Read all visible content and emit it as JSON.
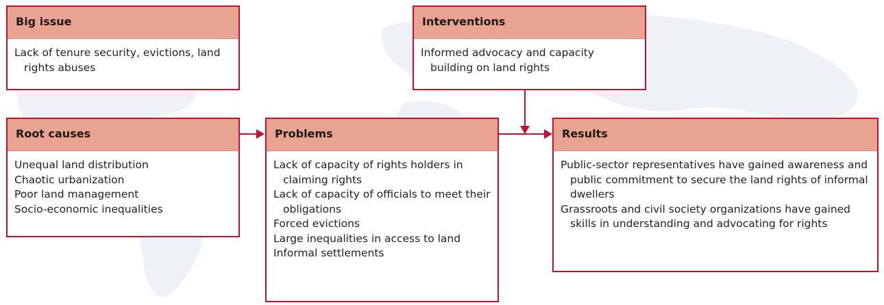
{
  "colors": {
    "border": "#c8102e",
    "header_fill": "#e8a491",
    "arrow": "#c8102e",
    "background_map": "#eef2f6"
  },
  "boxes": {
    "big_issue": {
      "title": "Big issue",
      "items": [
        "Lack of tenure security, evictions, land rights abuses"
      ]
    },
    "interventions": {
      "title": "Interventions",
      "items": [
        "Informed advocacy and capacity building on land rights"
      ]
    },
    "root_causes": {
      "title": "Root causes",
      "items": [
        "Unequal land distribution",
        "Chaotic urbanization",
        "Poor land management",
        "Socio-economic inequalities"
      ]
    },
    "problems": {
      "title": "Problems",
      "items": [
        "Lack of capacity of rights holders in claiming rights",
        "Lack of capacity of officials to meet their obligations",
        "Forced evictions",
        "Large inequalities in access to land",
        "Informal settlements"
      ]
    },
    "results": {
      "title": "Results",
      "items": [
        "Public-sector representatives have gained awareness and public commitment to secure the land rights of informal dwellers",
        "Grassroots and civil society organizations have gained skills in understanding and advocating for rights"
      ]
    }
  }
}
